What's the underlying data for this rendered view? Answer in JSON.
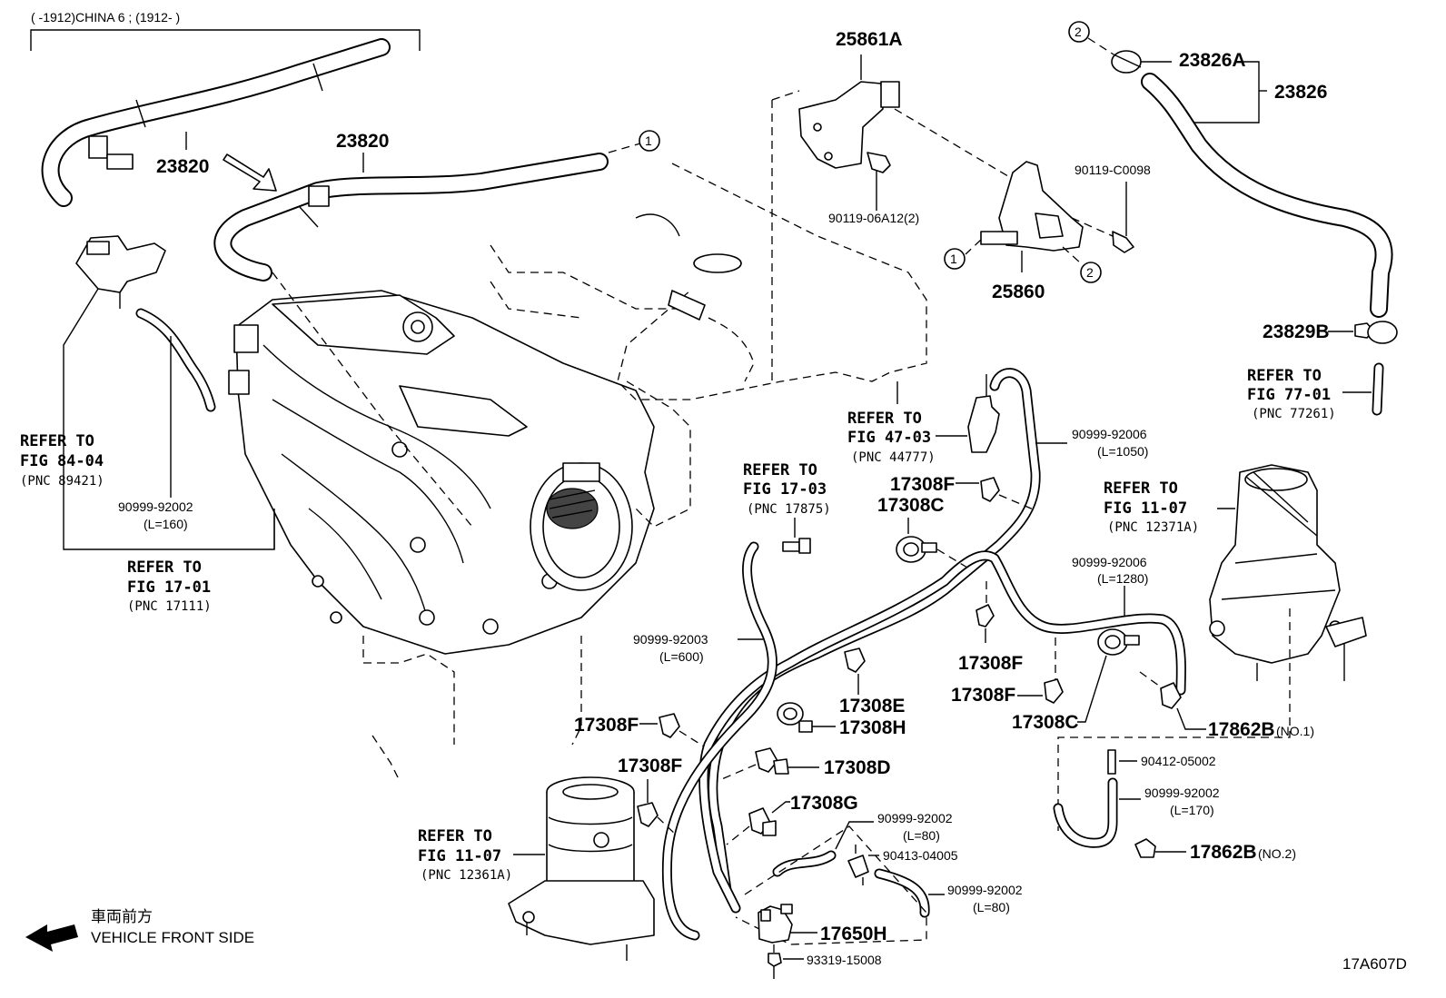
{
  "header": {
    "applicability": "(    -1912)CHINA 6 ; (1912-     )"
  },
  "parts": {
    "p23820_a": "23820",
    "p23820_b": "23820",
    "p25861A": "25861A",
    "p23826A": "23826A",
    "p23826": "23826",
    "p90119_C0098": "90119-C0098",
    "p90119_06A12": "90119-06A12(2)",
    "p25860": "25860",
    "p23829B": "23829B",
    "p90999_92006_a": "90999-92006",
    "p90999_92006_a_len": "(L=1050)",
    "p17308F_a": "17308F",
    "p17308C_a": "17308C",
    "p90999_92006_b": "90999-92006",
    "p90999_92006_b_len": "(L=1280)",
    "p90999_92002_a": "90999-92002",
    "p90999_92002_a_len": "(L=160)",
    "p90999_92003": "90999-92003",
    "p90999_92003_len": "(L=600)",
    "p17308F_b": "17308F",
    "p17308F_c": "17308F",
    "p17308C_b": "17308C",
    "p17862B_1": "17862B",
    "p17862B_1_note": "(NO.1)",
    "p17308E": "17308E",
    "p17308H": "17308H",
    "p17308F_d": "17308F",
    "p17308F_e": "17308F",
    "p17308D": "17308D",
    "p17308G": "17308G",
    "p90412_05002": "90412-05002",
    "p90999_92002_b": "90999-92002",
    "p90999_92002_b_len": "(L=170)",
    "p17862B_2": "17862B",
    "p17862B_2_note": "(NO.2)",
    "p90999_92002_c": "90999-92002",
    "p90999_92002_c_len": "(L=80)",
    "p90413_04005": "90413-04005",
    "p90999_92002_d": "90999-92002",
    "p90999_92002_d_len": "(L=80)",
    "p17650H": "17650H",
    "p93319_15008": "93319-15008"
  },
  "refs": {
    "r84": {
      "l1": "REFER TO",
      "l2": "FIG 84-04",
      "l3": "(PNC 89421)"
    },
    "r1701": {
      "l1": "REFER TO",
      "l2": "FIG 17-01",
      "l3": "(PNC 17111)"
    },
    "r1703": {
      "l1": "REFER TO",
      "l2": "FIG 17-03",
      "l3": "(PNC 17875)"
    },
    "r4703": {
      "l1": "REFER TO",
      "l2": "FIG 47-03",
      "l3": "(PNC 44777)"
    },
    "r7701": {
      "l1": "REFER TO",
      "l2": "FIG 77-01",
      "l3": "(PNC 77261)"
    },
    "r1107a": {
      "l1": "REFER TO",
      "l2": "FIG 11-07",
      "l3": "(PNC 12371A)"
    },
    "r1107b": {
      "l1": "REFER TO",
      "l2": "FIG 11-07",
      "l3": "(PNC 12361A)"
    }
  },
  "callouts": {
    "c1": "1",
    "c2": "2"
  },
  "footer": {
    "direction_jp": "車両前方",
    "direction_en": "VEHICLE FRONT SIDE",
    "figure_code": "17A607D"
  }
}
